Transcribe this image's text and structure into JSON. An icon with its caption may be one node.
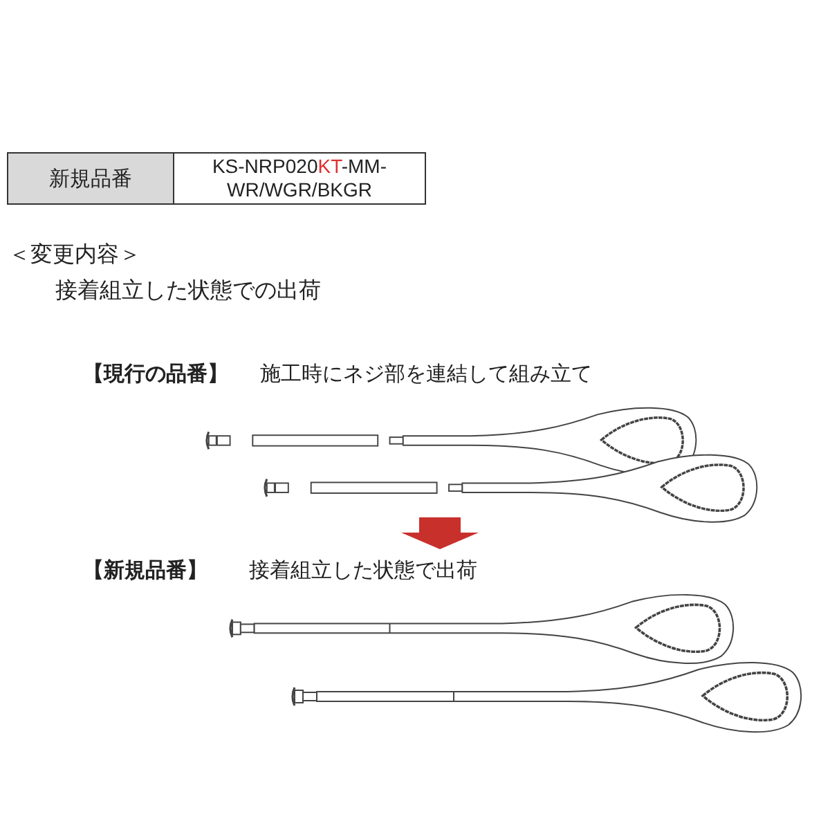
{
  "diagram": {
    "labels": [
      "新規品番",
      "KS-NRP020**KT**-MM-WR/WGR/BKGR",
      "＜変更内容＞",
      "接着組立した状態での出荷",
      "【現行の品番】",
      "施工時にネジ部を連結して組み立て",
      "【新規品番】",
      "接着組立した状態で出荷"
    ]
  }
}
